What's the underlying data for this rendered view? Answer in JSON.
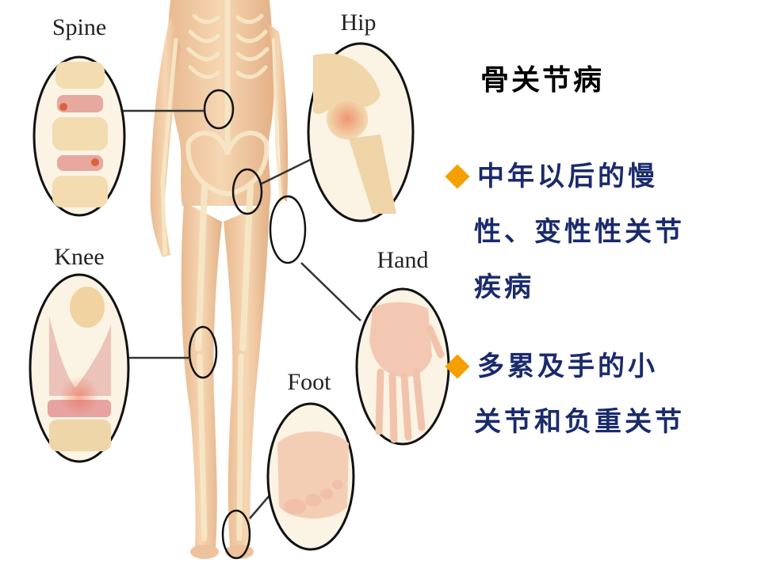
{
  "title": "骨关节病",
  "callouts": {
    "spine": "Spine",
    "hip": "Hip",
    "knee": "Knee",
    "hand": "Hand",
    "foot": "Foot"
  },
  "bullets": [
    {
      "lines": [
        "中年以后的慢",
        "性、变性性关节",
        "疾病"
      ]
    },
    {
      "lines": [
        "多累及手的小",
        "关节和负重关节"
      ]
    }
  ],
  "colors": {
    "bullet_marker": "#f5a000",
    "bullet_text": "#1a2a6c",
    "skin": "#f0c8a0",
    "bone": "#f3dfb5"
  }
}
